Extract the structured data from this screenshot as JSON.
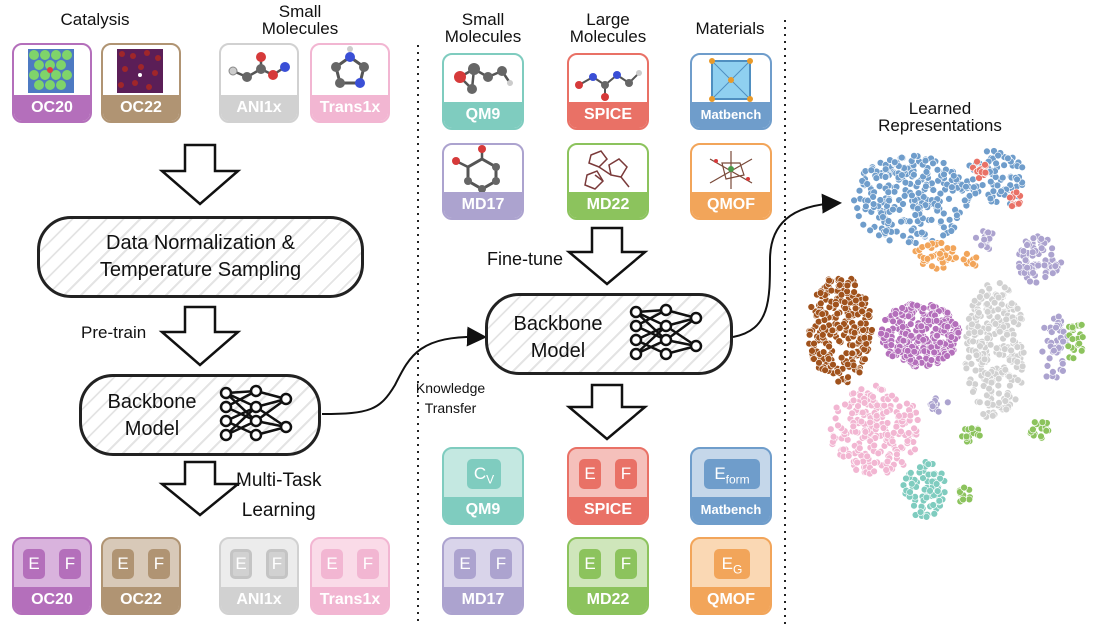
{
  "headers": {
    "catalysis": "Catalysis",
    "small_molecules_left": [
      "Small",
      "Molecules"
    ],
    "small_molecules_mid": [
      "Small",
      "Molecules"
    ],
    "large_molecules": [
      "Large",
      "Molecules"
    ],
    "materials": "Materials",
    "learned": [
      "Learned",
      "Representations"
    ]
  },
  "pretrain_datasets": [
    {
      "name": "OC20",
      "color": "#b46fbb",
      "image": "catalyst-lattice-image"
    },
    {
      "name": "OC22",
      "color": "#b09473",
      "image": "oxide-surface-image"
    },
    {
      "name": "ANI1x",
      "color": "#d1d1d1",
      "image": "molecule-ball-stick-image"
    },
    {
      "name": "Trans1x",
      "color": "#f2b6d2",
      "image": "ring-molecule-image"
    }
  ],
  "finetune_datasets": [
    {
      "name": "QM9",
      "color": "#7fccbf",
      "image": "qm9-molecule-image"
    },
    {
      "name": "SPICE",
      "color": "#e97166",
      "image": "spice-molecule-image"
    },
    {
      "name": "Matbench",
      "color": "#6f9dcb",
      "image": "crystal-structure-image"
    },
    {
      "name": "MD17",
      "color": "#aca3cf",
      "image": "md17-molecule-image"
    },
    {
      "name": "MD22",
      "color": "#8cc35d",
      "image": "md22-molecule-image"
    },
    {
      "name": "QMOF",
      "color": "#f2a55a",
      "image": "mof-structure-image"
    }
  ],
  "pill_left": {
    "line1": "Data Normalization &",
    "line2": "Temperature Sampling"
  },
  "backbone_left": {
    "line1": "Backbone",
    "line2": "Model"
  },
  "backbone_right": {
    "line1": "Backbone",
    "line2": "Model"
  },
  "labels": {
    "pretrain": "Pre-train",
    "multitask": [
      "Multi-Task",
      "Learning"
    ],
    "finetune": "Fine-tune",
    "knowledge": [
      "Knowledge",
      "Transfer"
    ]
  },
  "outputs_left": [
    {
      "name": "OC20",
      "tokens": [
        "E",
        "F"
      ],
      "color": "#b46fbb"
    },
    {
      "name": "OC22",
      "tokens": [
        "E",
        "F"
      ],
      "color": "#b09473"
    },
    {
      "name": "ANI1x",
      "tokens": [
        "E",
        "F"
      ],
      "color": "#d1d1d1"
    },
    {
      "name": "Trans1x",
      "tokens": [
        "E",
        "F"
      ],
      "color": "#f2b6d2"
    }
  ],
  "outputs_right": [
    {
      "name": "QM9",
      "token_main": "C",
      "token_sub": "V",
      "color": "#7fccbf"
    },
    {
      "name": "SPICE",
      "tokens": [
        "E",
        "F"
      ],
      "color": "#e97166"
    },
    {
      "name": "Matbench",
      "token_main": "E",
      "token_sub": "form",
      "color": "#6f9dcb"
    },
    {
      "name": "MD17",
      "tokens": [
        "E",
        "F"
      ],
      "color": "#aca3cf"
    },
    {
      "name": "MD22",
      "tokens": [
        "E",
        "F"
      ],
      "color": "#8cc35d"
    },
    {
      "name": "QMOF",
      "token_main": "E",
      "token_sub": "G",
      "color": "#f2a55a"
    }
  ],
  "scatter_clusters": [
    {
      "dataset": "Matbench",
      "color": "#6f9dcb"
    },
    {
      "dataset": "SPICE",
      "color": "#e97166"
    },
    {
      "dataset": "QMOF",
      "color": "#f2a55a"
    },
    {
      "dataset": "OC22",
      "color": "#a0521c"
    },
    {
      "dataset": "OC20",
      "color": "#b46fbb"
    },
    {
      "dataset": "ANI1x",
      "color": "#d1d1d1"
    },
    {
      "dataset": "MD17",
      "color": "#aca3cf"
    },
    {
      "dataset": "Trans1x",
      "color": "#f2b6d2"
    },
    {
      "dataset": "QM9",
      "color": "#7fccbf"
    },
    {
      "dataset": "MD22",
      "color": "#8cc35d"
    }
  ]
}
